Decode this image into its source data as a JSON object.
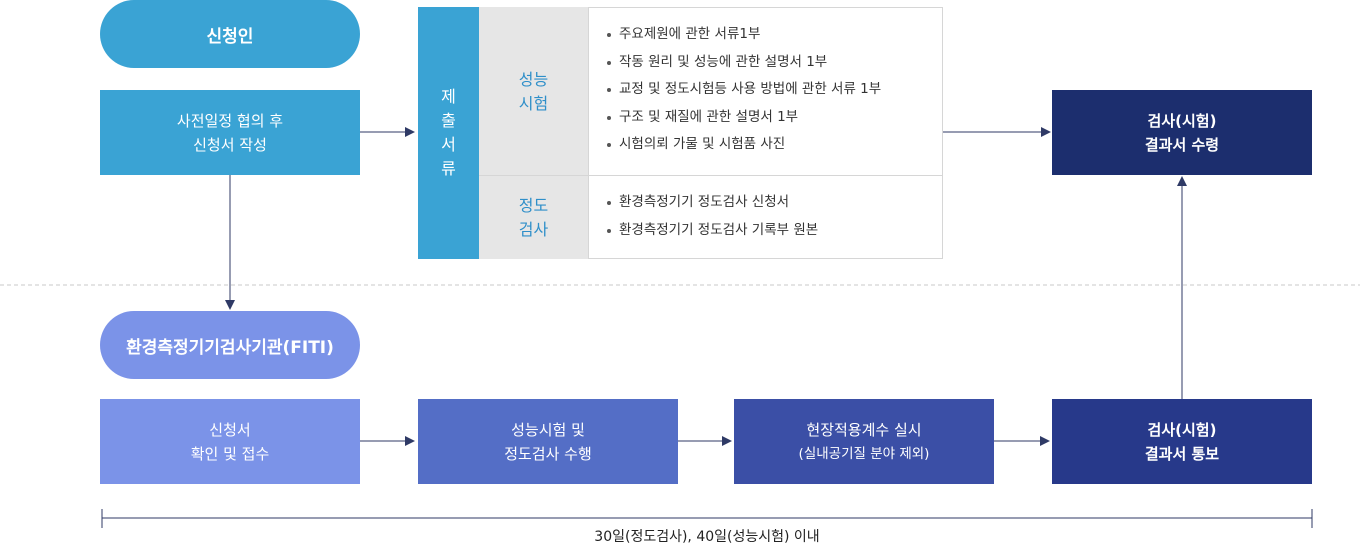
{
  "applicant": {
    "title": "신청인",
    "step": [
      "사전일정 협의 후",
      "신청서 작성"
    ]
  },
  "documents": {
    "column_label": [
      "제",
      "출",
      "서",
      "류"
    ],
    "performance": {
      "label": [
        "성능",
        "시험"
      ],
      "items": [
        "주요제원에 관한 서류1부",
        "작동 원리 및 성능에 관한 설명서 1부",
        "교정 및 정도시험등 사용 방법에 관한 서류 1부",
        "구조 및 재질에 관한 설명서 1부",
        "시험의뢰 가물 및 시험품 사진"
      ]
    },
    "accuracy": {
      "label": [
        "정도",
        "검사"
      ],
      "items": [
        "환경측정기기 정도검사 신청서",
        "환경측정기기 정도검사 기록부 원본"
      ]
    }
  },
  "receive": [
    "검사(시험)",
    "결과서 수령"
  ],
  "institution": {
    "title": "환경측정기기검사기관(FITI)",
    "steps": [
      [
        "신청서",
        "확인 및 접수"
      ],
      [
        "성능시험 및",
        "정도검사 수행"
      ],
      [
        "현장적용계수 실시",
        "(실내공기질 분야 제외)"
      ],
      [
        "검사(시험)",
        "결과서 통보"
      ]
    ]
  },
  "period_label": "30일(정도검사), 40일(성능시험) 이내",
  "colors": {
    "applicant_blue": "#3aa3d4",
    "navy": "#1c2e6e",
    "fiti_light": "#7b93e8",
    "step_light": "#7b93e8",
    "step_mid": "#546ec6",
    "step_dark": "#3b4fa6",
    "step_navy": "#27398a"
  }
}
